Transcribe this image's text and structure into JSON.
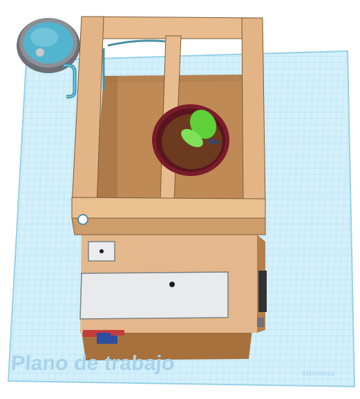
{
  "workplane": {
    "label": "Plano de trabajo",
    "units": "Milímetros"
  },
  "colors": {
    "grid_fill": "#cfeefa",
    "grid_line": "#9fd4ea",
    "wood_light": "#e7b98b",
    "wood_mid": "#d6a26f",
    "wood_dark": "#a8733f",
    "pot_red": "#7a1c2a",
    "leaf_green": "#5fcf3a",
    "panel_grey": "#e6e9ea",
    "tank_blue": "#4cb3cf"
  },
  "objects": [
    "water-tank",
    "wooden-frame",
    "plant-pot",
    "plant-leaves",
    "control-box",
    "display-panel"
  ]
}
